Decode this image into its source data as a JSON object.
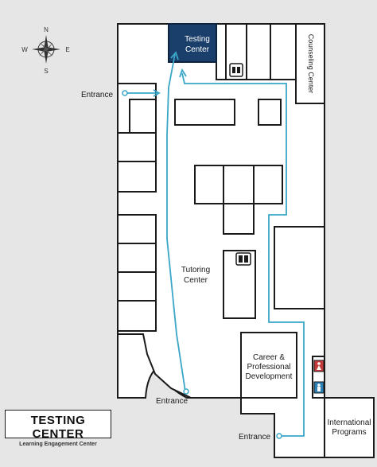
{
  "legend": {
    "title": "TESTING CENTER",
    "subtitle": "Learning Engagement Center"
  },
  "compass": {
    "n": "N",
    "s": "S",
    "e": "E",
    "w": "W"
  },
  "labels": {
    "testing_center_1": "Testing",
    "testing_center_2": "Center",
    "counseling_center": "Counseling Center",
    "tutoring_center_1": "Tutoring",
    "tutoring_center_2": "Center",
    "career_1": "Career &",
    "career_2": "Professional",
    "career_3": "Development",
    "international_1": "International",
    "international_2": "Programs",
    "entrance_top": "Entrance",
    "entrance_bottom": "Entrance",
    "entrance_right": "Entrance"
  },
  "icons": {
    "restroom": "restroom-icon",
    "restroom_women": "women-restroom-icon",
    "restroom_men": "men-restroom-icon"
  },
  "colors": {
    "route": "#3aa6c7",
    "testing_center_fill": "#1b3f6b",
    "wall": "#1a1a1a",
    "background": "#e6e6e6"
  }
}
